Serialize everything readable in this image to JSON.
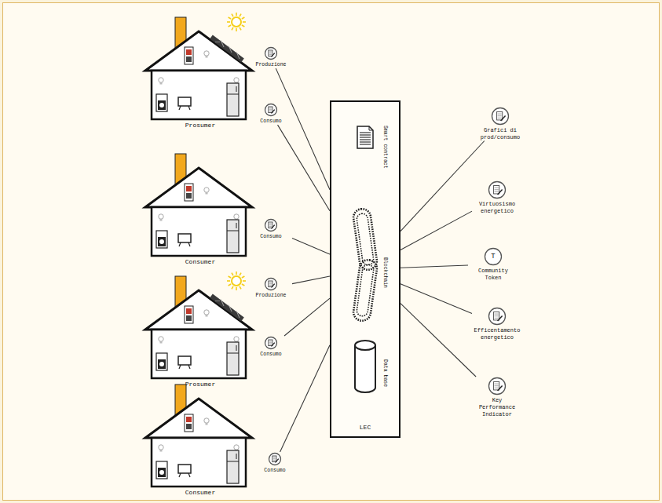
{
  "diagram": {
    "nodes": [
      {
        "text": [
          "Prosumer"
        ]
      },
      {
        "text": [
          "Produzione"
        ]
      },
      {
        "text": [
          "Consumo"
        ]
      },
      {
        "text": [
          "Consumer"
        ]
      },
      {
        "text": [
          "Consumo"
        ]
      },
      {
        "text": [
          "Prosumer"
        ]
      },
      {
        "text": [
          "Produzione"
        ]
      },
      {
        "text": [
          "Consumo"
        ]
      },
      {
        "text": [
          "Consumer"
        ]
      },
      {
        "text": [
          "Consumo"
        ]
      },
      {
        "text": [
          "LEC"
        ]
      },
      {
        "text": [
          "Smart contract"
        ],
        "in": 10
      },
      {
        "text": [
          "Blockchain"
        ],
        "in": 10
      },
      {
        "text": [
          "Data base"
        ],
        "in": 10
      },
      {
        "text": [
          "Grafici di prod/consumo"
        ]
      },
      {
        "text": [
          "Virtuosismo energetico"
        ]
      },
      {
        "text": [
          "T",
          "Community Token"
        ]
      },
      {
        "text": [
          "Efficentamento energetico"
        ]
      },
      {
        "text": [
          "Key Performance Indicator"
        ]
      }
    ],
    "edges": [
      {
        "from": 1,
        "to": 10,
        "arrow": "none"
      },
      {
        "from": 2,
        "to": 10,
        "arrow": "none"
      },
      {
        "from": 4,
        "to": 10,
        "arrow": "none"
      },
      {
        "from": 6,
        "to": 10,
        "arrow": "none"
      },
      {
        "from": 7,
        "to": 10,
        "arrow": "none"
      },
      {
        "from": 9,
        "to": 10,
        "arrow": "none"
      },
      {
        "from": 11,
        "to": 12,
        "arrow": "none"
      },
      {
        "from": 12,
        "to": 13,
        "arrow": "none"
      },
      {
        "from": 10,
        "to": 14,
        "arrow": "none"
      },
      {
        "from": 10,
        "to": 15,
        "arrow": "none"
      },
      {
        "from": 10,
        "to": 16,
        "arrow": "none"
      },
      {
        "from": 10,
        "to": 17,
        "arrow": "none"
      },
      {
        "from": 10,
        "to": 18,
        "arrow": "none"
      }
    ]
  }
}
